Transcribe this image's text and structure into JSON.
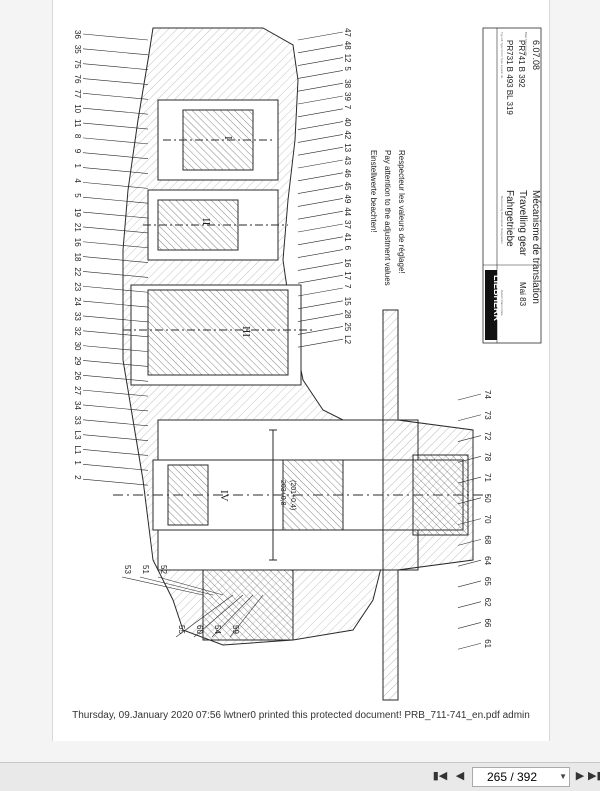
{
  "document": {
    "title_de": "Fahrgetriebe",
    "title_en": "Travelling gear",
    "title_fr": "Mécanisme de translation",
    "brand": "LIEBHERR",
    "date": "Mai 83",
    "revision_date": "6.07.08",
    "models": [
      "PR731 B 493 BL 319",
      "PR741 B 392"
    ],
    "header_small_labels": [
      "Benennung Description Désignation",
      "Typ-Ab Type From Type à partir de",
      "Datum Datum Date",
      "Blatt Sheet Feuille"
    ],
    "notes": [
      "Einstellwerte beachten!",
      "Pay attention to the adjustment values",
      "Respecteur les valeurs de réglage!"
    ],
    "shaft_labels": [
      "I",
      "II",
      "III",
      "IV"
    ],
    "dimension_label": "203+0,8",
    "dimension_sub": "(201+0,4)",
    "callouts_left": [
      "36",
      "35",
      "75",
      "76",
      "77",
      "10",
      "11",
      "8",
      "9",
      "1",
      "4",
      "5",
      "19",
      "21",
      "16",
      "18",
      "22",
      "23",
      "24",
      "33",
      "32",
      "30",
      "29",
      "26",
      "27",
      "34",
      "33",
      "L3",
      "L1",
      "1",
      "2"
    ],
    "callouts_top": [
      "47",
      "48",
      "12",
      "5",
      "38",
      "39",
      "7",
      "40",
      "42",
      "13",
      "43",
      "46",
      "45",
      "49",
      "44",
      "37",
      "41",
      "6",
      "16",
      "17",
      "7",
      "15",
      "28",
      "25",
      "L2"
    ],
    "callouts_right": [
      "74",
      "73",
      "72",
      "78",
      "71",
      "50",
      "70",
      "68",
      "64",
      "65",
      "62",
      "66",
      "61"
    ],
    "callouts_bottom": [
      "53",
      "51",
      "52",
      "55",
      "60",
      "54",
      "59"
    ],
    "colors": {
      "line": "#2a2a2a",
      "hatch": "#555555",
      "paper": "#ffffff"
    }
  },
  "footer": {
    "print_notice": "Thursday, 09.January 2020 07:56 lwtner0 printed this protected document! PRB_711-741_en.pdf admin"
  },
  "toolbar": {
    "first_icon": "first-page-icon",
    "prev_icon": "prev-page-icon",
    "page_display": "265 / 392",
    "next_icon": "next-page-icon",
    "last_icon": "last-page-icon"
  }
}
